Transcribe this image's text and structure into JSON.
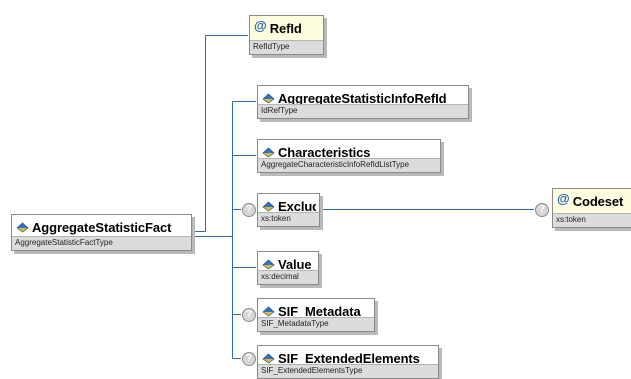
{
  "diagram": {
    "root": {
      "name": "AggregateStatisticFact",
      "type": "AggregateStatisticFactType"
    },
    "children": [
      {
        "name": "RefId",
        "type": "RefIdType",
        "kind": "attribute",
        "optional": false
      },
      {
        "name": "AggregateStatisticInfoRefId",
        "type": "IdRefType",
        "kind": "element",
        "optional": false
      },
      {
        "name": "Characteristics",
        "type": "AggregateCharacteristicInfoRefIdListType",
        "kind": "element",
        "optional": false
      },
      {
        "name": "Excluded",
        "type": "xs:token",
        "kind": "element",
        "optional": true
      },
      {
        "name": "Value",
        "type": "xs:decimal",
        "kind": "element",
        "optional": false
      },
      {
        "name": "SIF_Metadata",
        "type": "SIF_MetadataType",
        "kind": "element",
        "optional": true
      },
      {
        "name": "SIF_ExtendedElements",
        "type": "SIF_ExtendedElementsType",
        "kind": "element",
        "optional": true
      }
    ],
    "excluded_attribute": {
      "name": "Codeset",
      "type": "xs:token",
      "kind": "attribute",
      "optional": true
    },
    "icons": {
      "element": "element-diamond-icon",
      "attribute": "attribute-at-icon",
      "optional": "optional-question-icon"
    },
    "colors": {
      "connector": "#2f6da8",
      "node_border": "#8a8a8a",
      "type_bar": "#dcdcdc",
      "attribute_fill": "#fffde0",
      "element_icon_top": "#2a74c9",
      "element_icon_bottom": "#e3b93a"
    }
  }
}
